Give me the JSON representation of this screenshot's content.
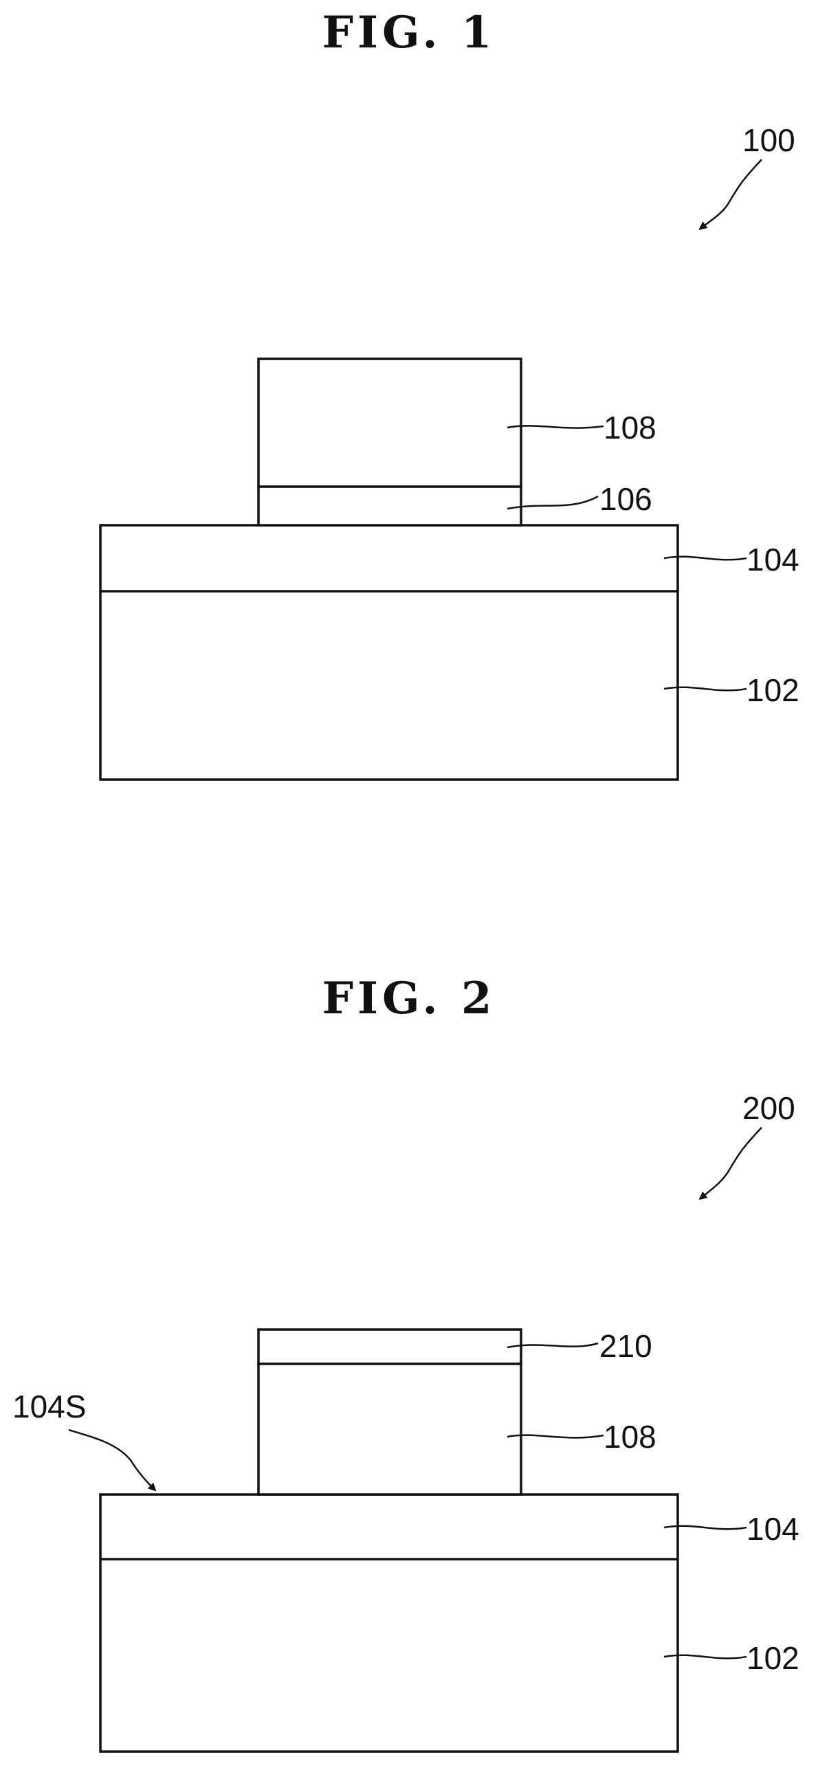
{
  "figures": [
    {
      "title": "FIG. 1",
      "ref": "100",
      "labels": {
        "top_layer": "108",
        "mid_layer": "106",
        "upper_base": "104",
        "substrate": "102"
      }
    },
    {
      "title": "FIG. 2",
      "ref": "200",
      "labels": {
        "cap_layer": "210",
        "top_layer": "108",
        "upper_base": "104",
        "substrate": "102",
        "surface": "104S"
      }
    }
  ]
}
